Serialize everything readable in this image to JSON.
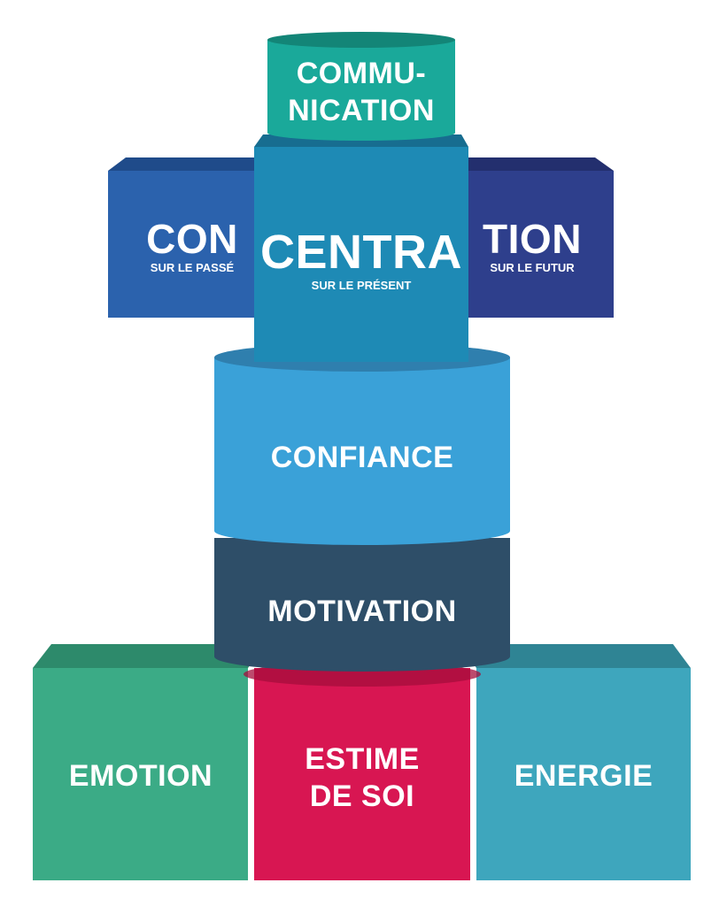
{
  "blocks": {
    "communication": {
      "line1": "COMMU-",
      "line2": "NICATION",
      "color": "#1aa99a"
    },
    "concentration_left": {
      "label": "CON",
      "sub": "SUR LE PASSÉ",
      "color": "#2b62ad"
    },
    "concentration_center": {
      "label": "CENTRA",
      "sub": "SUR LE PRÉSENT",
      "color": "#1e8ab5"
    },
    "concentration_right": {
      "label": "TION",
      "sub": "SUR LE FUTUR",
      "color": "#2e3f8c"
    },
    "confiance": {
      "label": "CONFIANCE",
      "color": "#3aa1d8"
    },
    "motivation": {
      "label": "MOTIVATION",
      "color": "#2e4e68"
    },
    "emotion": {
      "label": "EMOTION",
      "color": "#3bab86"
    },
    "estime": {
      "line1": "ESTIME",
      "line2": "DE SOI",
      "color": "#d81652"
    },
    "energie": {
      "label": "ENERGIE",
      "color": "#3ea6bd"
    }
  }
}
